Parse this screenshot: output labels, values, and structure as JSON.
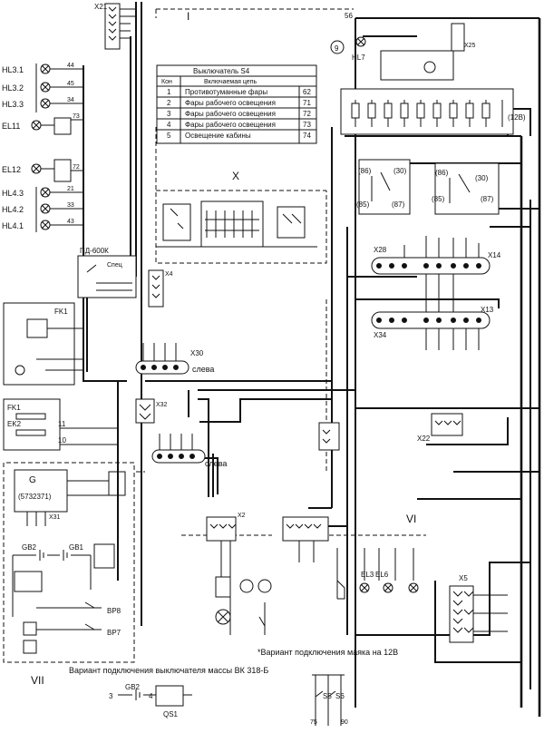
{
  "zones": {
    "z1": "I",
    "z6": "VI",
    "z7": "VII",
    "zx": "X",
    "z9": "9"
  },
  "switch_table": {
    "title": "Выключатель  S4",
    "head_contact": "Кон",
    "head_circuit": "Включаемая цепь",
    "rows": [
      {
        "k": "1",
        "circuit": "Противотуманные фары",
        "wire": "62"
      },
      {
        "k": "2",
        "circuit": "Фары рабочего освещения",
        "wire": "71"
      },
      {
        "k": "3",
        "circuit": "Фары рабочего освещения",
        "wire": "72"
      },
      {
        "k": "4",
        "circuit": "Фары рабочего освещения",
        "wire": "73"
      },
      {
        "k": "5",
        "circuit": "Освещение кабины",
        "wire": "74"
      }
    ]
  },
  "lamps_left": [
    "HL3.1",
    "HL3.2",
    "HL3.3",
    "EL11",
    "EL12",
    "HL4.3",
    "HL4.2",
    "HL4.1"
  ],
  "left_wires": [
    "44",
    "45",
    "34",
    "73",
    "72",
    "21",
    "33",
    "43"
  ],
  "connectors": {
    "x21": "X21",
    "x28": "X28",
    "x14": "X14",
    "x13": "X13",
    "x34": "X34",
    "x30": "X30",
    "x22": "X22",
    "x32": "X32",
    "x31": "X31",
    "x4": "X4",
    "x2": "X2",
    "x5": "X5",
    "x25": "X25"
  },
  "labels": {
    "sleva1": "слева",
    "sleva2": "слева",
    "pd": "ПД-600К",
    "pd_sub": "Спец",
    "hl7": "HL7",
    "s6": "S6",
    "fk1": "FK1",
    "ek2": "EK2",
    "fk1b": "FK1",
    "ic": "(5732371)",
    "g": "G",
    "gb2": "GB2",
    "gb1": "GB1",
    "bp8": "BP8",
    "bp7": "BP7",
    "el3": "EL3",
    "el6": "EL6",
    "qs1": "QS1",
    "gb2b": "GB2",
    "s5": "S5",
    "s6b": "S6",
    "d86a": "(86)",
    "d30a": "(30)",
    "d85a": "(85)",
    "d87a": "(87)",
    "d86b": "(86)",
    "d30b": "(30)",
    "d85b": "(85)",
    "d87b": "(87)",
    "fuse12v": "(12В)",
    "n3": "3",
    "n4": "4",
    "n75": "75",
    "n90": "90",
    "n56": "56",
    "n11": "11",
    "n10": "10"
  },
  "notes": {
    "left": "Вариант подключения выключателя массы ВК 318-Б",
    "right": "*Вариант подключения маяка на 12В"
  }
}
